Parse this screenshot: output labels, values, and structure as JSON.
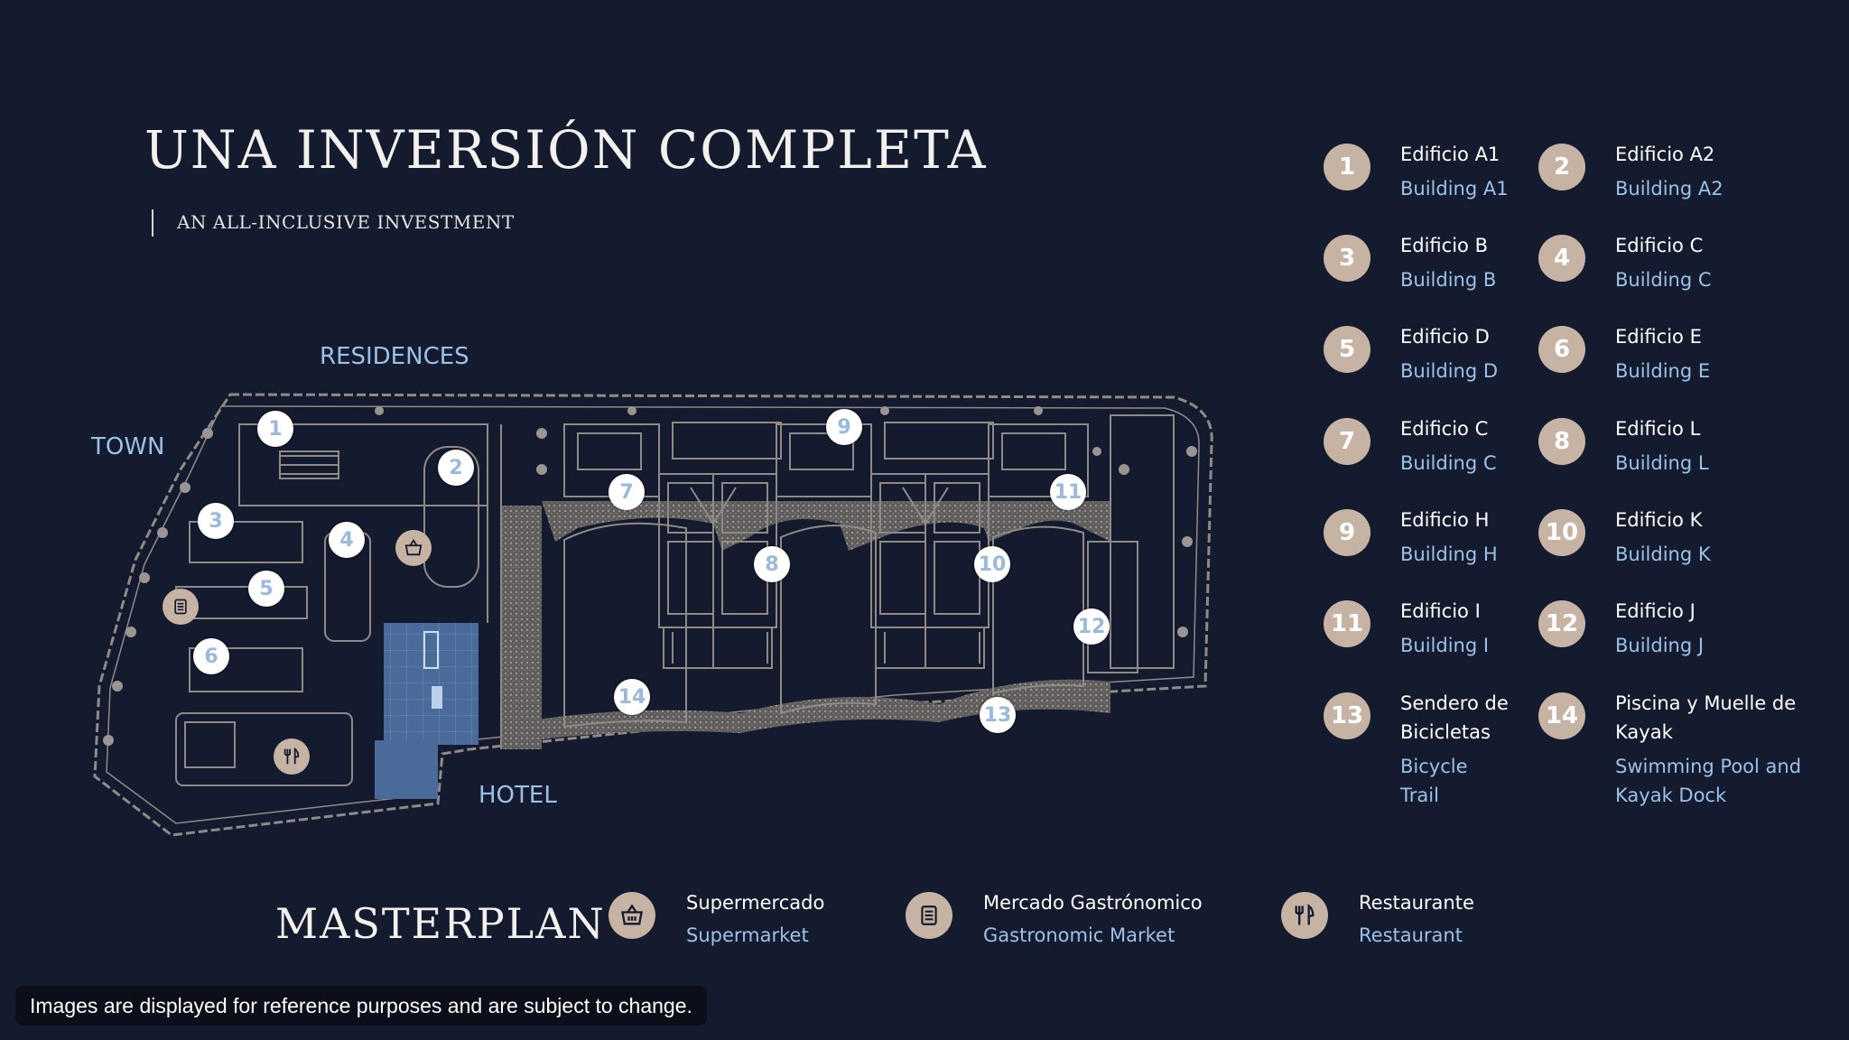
{
  "header": {
    "title": "UNA INVERSIÓN COMPLETA",
    "subtitle": "AN ALL-INCLUSIVE INVESTMENT"
  },
  "map": {
    "zone_labels": {
      "residences": "RESIDENCES",
      "town": "TOWN",
      "hotel": "HOTEL"
    },
    "pins": [
      "1",
      "2",
      "3",
      "4",
      "5",
      "6",
      "7",
      "8",
      "9",
      "10",
      "11",
      "12",
      "13",
      "14"
    ]
  },
  "legend": {
    "items": [
      {
        "number": "1",
        "es": "Edificio A1",
        "en": "Building A1"
      },
      {
        "number": "2",
        "es": "Edificio A2",
        "en": "Building A2"
      },
      {
        "number": "3",
        "es": "Edificio B",
        "en": "Building B"
      },
      {
        "number": "4",
        "es": "Edificio C",
        "en": "Building C"
      },
      {
        "number": "5",
        "es": "Edificio D",
        "en": "Building D"
      },
      {
        "number": "6",
        "es": "Edificio E",
        "en": "Building E"
      },
      {
        "number": "7",
        "es": "Edificio C",
        "en": "Building C"
      },
      {
        "number": "8",
        "es": "Edificio L",
        "en": "Building L"
      },
      {
        "number": "9",
        "es": "Edificio H",
        "en": "Building H"
      },
      {
        "number": "10",
        "es": "Edificio K",
        "en": "Building K"
      },
      {
        "number": "11",
        "es": "Edificio I",
        "en": "Building I"
      },
      {
        "number": "12",
        "es": "Edificio J",
        "en": "Building J"
      },
      {
        "number": "13",
        "es": "Sendero de Bicicletas",
        "en": "Bicycle Trail"
      },
      {
        "number": "14",
        "es": "Piscina y Muelle de Kayak",
        "en": "Swimming Pool and Kayak Dock"
      }
    ]
  },
  "masterplan": {
    "title": "MASTERPLAN",
    "amenities": [
      {
        "icon": "basket-icon",
        "es": "Supermercado",
        "en": "Supermarket"
      },
      {
        "icon": "menu-board-icon",
        "es": "Mercado Gastrónomico",
        "en": "Gastronomic Market"
      },
      {
        "icon": "fork-knife-icon",
        "es": "Restaurante",
        "en": "Restaurant"
      }
    ]
  },
  "footnote": "Images are displayed for reference purposes and are subject to change.",
  "colors": {
    "background": "#151b2e",
    "accent_tan": "#c7b3a3",
    "label_blue": "#9cc1e6",
    "map_lines": "#8f8a86",
    "hotel_blue": "#4a6a9a"
  }
}
